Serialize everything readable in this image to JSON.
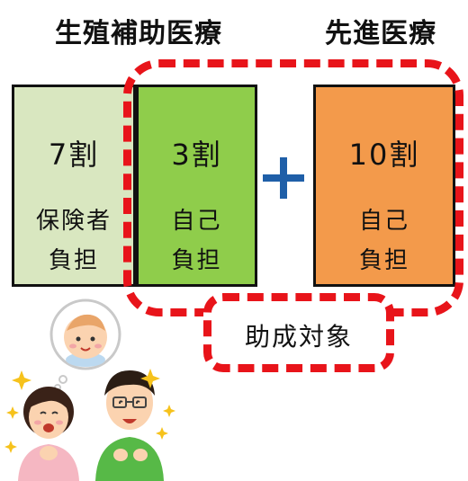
{
  "titles": {
    "left": "生殖補助医療",
    "right": "先進医療"
  },
  "boxes": {
    "insurer": {
      "ratio": "7割",
      "line1": "保険者",
      "line2": "負担",
      "fill": "#d9e7c0"
    },
    "self_assisted": {
      "ratio": "3割",
      "line1": "自己",
      "line2": "負担",
      "fill": "#8fcd4b"
    },
    "self_advanced": {
      "ratio": "10割",
      "line1": "自己",
      "line2": "負担",
      "fill": "#f39a4b"
    }
  },
  "subsidy_label": "助成対象",
  "colors": {
    "dash": "#e8141a",
    "plus": "#1f5fa8"
  },
  "icons": {
    "plus": "plus-icon",
    "baby": "baby-icon",
    "couple": "couple-icon",
    "sparkles": "sparkle-icon"
  }
}
